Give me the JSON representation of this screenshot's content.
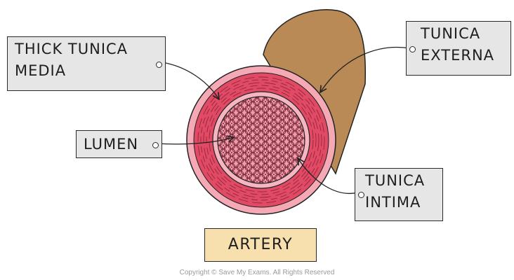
{
  "labels": {
    "thick_tunica_media": [
      "THICK TUNICA",
      "MEDIA"
    ],
    "lumen": "LUMEN",
    "tunica_externa": [
      "TUNICA",
      "EXTERNA"
    ],
    "tunica_intima": [
      "TUNICA",
      "INTIMA"
    ]
  },
  "title": "ARTERY",
  "copyright": "Copyright © Save My Exams. All Rights Reserved",
  "colors": {
    "tunica_externa": "#b98a55",
    "tunica_media": "#e04a64",
    "tunica_intima": "#f5b6c2",
    "lumen_cells": "#f49aaa",
    "label_fill": "#e6e6e6",
    "title_fill": "#f8dfae"
  }
}
